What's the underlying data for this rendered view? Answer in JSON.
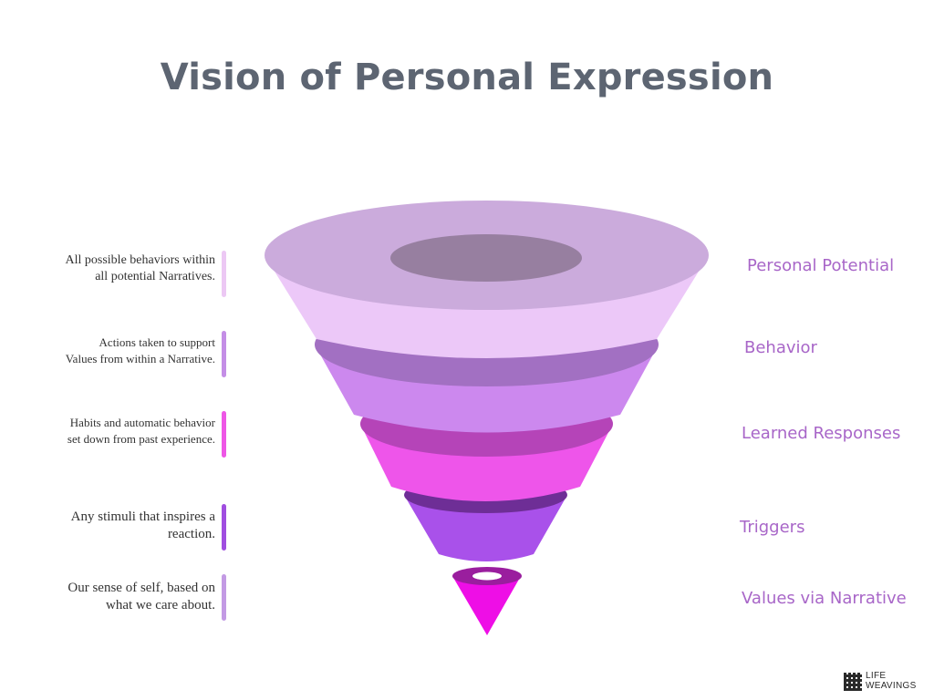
{
  "title": "Vision of Personal Expression",
  "levels": [
    {
      "name": "Personal Potential",
      "description": [
        "All possible behaviors within",
        "all potential Narratives."
      ],
      "tick_color": "#ecc8f4"
    },
    {
      "name": "Behavior",
      "description": [
        "Actions taken to support",
        "Values from within a Narrative."
      ],
      "tick_color": "#c48ee6"
    },
    {
      "name": "Learned Responses",
      "description": [
        "Habits and automatic behavior",
        "set down from past experience."
      ],
      "tick_color": "#ee56e6"
    },
    {
      "name": "Triggers",
      "description": [
        "Any stimuli that inspires a",
        "reaction."
      ],
      "tick_color": "#a04ee0"
    },
    {
      "name": "Values via Narrative",
      "description": [
        "Our sense of self, based on",
        "what we care about."
      ],
      "tick_color": "#c39ae4"
    }
  ],
  "colors": {
    "title": "#5d6572",
    "label": "#a866c8",
    "layer1_top": "#cbabdc",
    "layer1_hole": "#977fa0",
    "layer1_side": "#ecc8f8",
    "layer2_top": "#a270c2",
    "layer2_side": "#cc88ee",
    "layer3_top": "#b544b8",
    "layer3_side": "#ee55ea",
    "layer4_top": "#6e2e96",
    "layer4_side": "#a951ea",
    "layer5_ring": "#9a1e9e",
    "layer5_side": "#ee0ee6"
  },
  "logo": {
    "icon": "woven-grid-icon",
    "line1": "LIFE",
    "line2": "WEAVINGS"
  }
}
